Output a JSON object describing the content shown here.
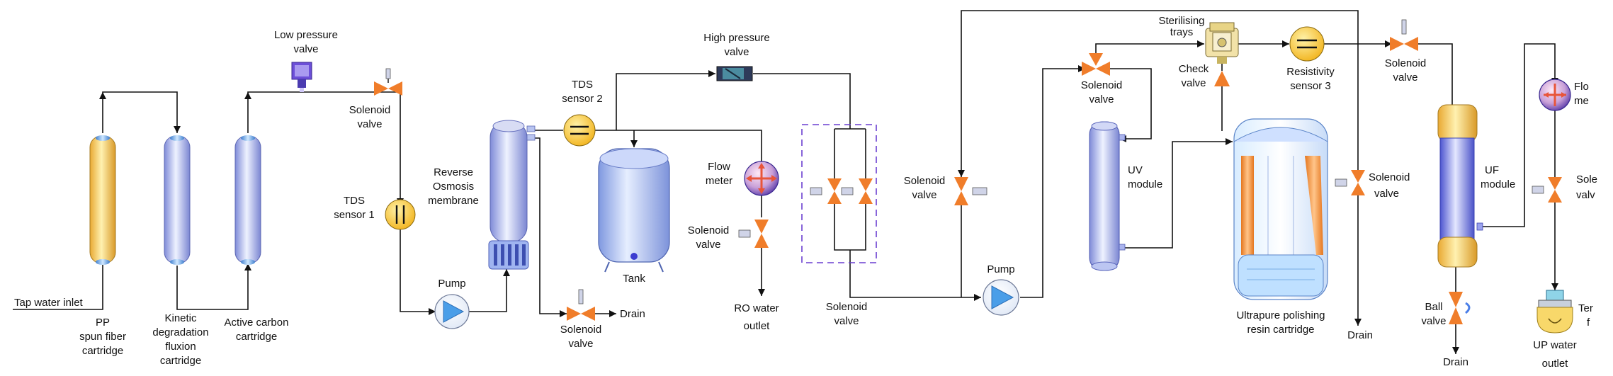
{
  "labels": {
    "tap_water_inlet": "Tap water inlet",
    "pp_1": "PP",
    "pp_2": "spun fiber",
    "pp_3": "cartridge",
    "kinetic_1": "Kinetic",
    "kinetic_2": "degradation",
    "kinetic_3": "fluxion",
    "kinetic_4": "cartridge",
    "active_1": "Active carbon",
    "active_2": "cartridge",
    "low_pressure_1": "Low pressure",
    "low_pressure_2": "valve",
    "solenoid_1a": "Solenoid",
    "solenoid_1b": "valve",
    "tds1_1": "TDS",
    "tds1_2": "sensor 1",
    "ro_1": "Reverse",
    "ro_2": "Osmosis",
    "ro_3": "membrane",
    "pump1": "Pump",
    "tds2_1": "TDS",
    "tds2_2": "sensor 2",
    "high_pressure_1": "High pressure",
    "high_pressure_2": "valve",
    "tank": "Tank",
    "flow_meter_1a": "Flow",
    "flow_meter_1b": "meter",
    "solenoid_2a": "Solenoid",
    "solenoid_2b": "valve",
    "ro_outlet_1": "RO water",
    "ro_outlet_2": "outlet",
    "solenoid_3a": "Solenoid",
    "solenoid_3b": "valve",
    "drain1": "Drain",
    "solenoid_4a": "Solenoid",
    "solenoid_4b": "valve",
    "solenoid_5a": "Solenoid",
    "solenoid_5b": "valve",
    "pump2": "Pump",
    "solenoid_6a": "Solenoid",
    "solenoid_6b": "valve",
    "uv_1": "UV",
    "uv_2": "module",
    "sterilising_1": "Sterilising",
    "sterilising_2": "trays",
    "check_1": "Check",
    "check_2": "valve",
    "resistivity_1": "Resistivity",
    "resistivity_2": "sensor 3",
    "ultrapure_1": "Ultrapure polishing",
    "ultrapure_2": "resin cartridge",
    "solenoid_7a": "Solenoid",
    "solenoid_7b": "valve",
    "drain2": "Drain",
    "solenoid_8a": "Solenoid",
    "solenoid_8b": "valve",
    "uf_1": "UF",
    "uf_2": "module",
    "flow_meter_2a": "Flo",
    "flow_meter_2b": "me",
    "solenoid_9a": "Sole",
    "solenoid_9b": "valv",
    "ball_1": "Ball",
    "ball_2": "valve",
    "drain3": "Drain",
    "terminal_1": "Ter",
    "terminal_2": "f",
    "up_outlet_1": "UP water",
    "up_outlet_2": "outlet"
  },
  "colors": {
    "pipe": "#111111",
    "valve": "#f07d2a",
    "bypass_box": "#6a3fd0",
    "cartridge_yellow": "#ffd060",
    "cartridge_blue": "#c6cff4",
    "tank": "#b0c4f4",
    "sensor_yellow": "#f8c432",
    "pump_blue": "#4a9ee8",
    "resin_orange": "#f59440",
    "uf_blue": "#6a72e0"
  }
}
